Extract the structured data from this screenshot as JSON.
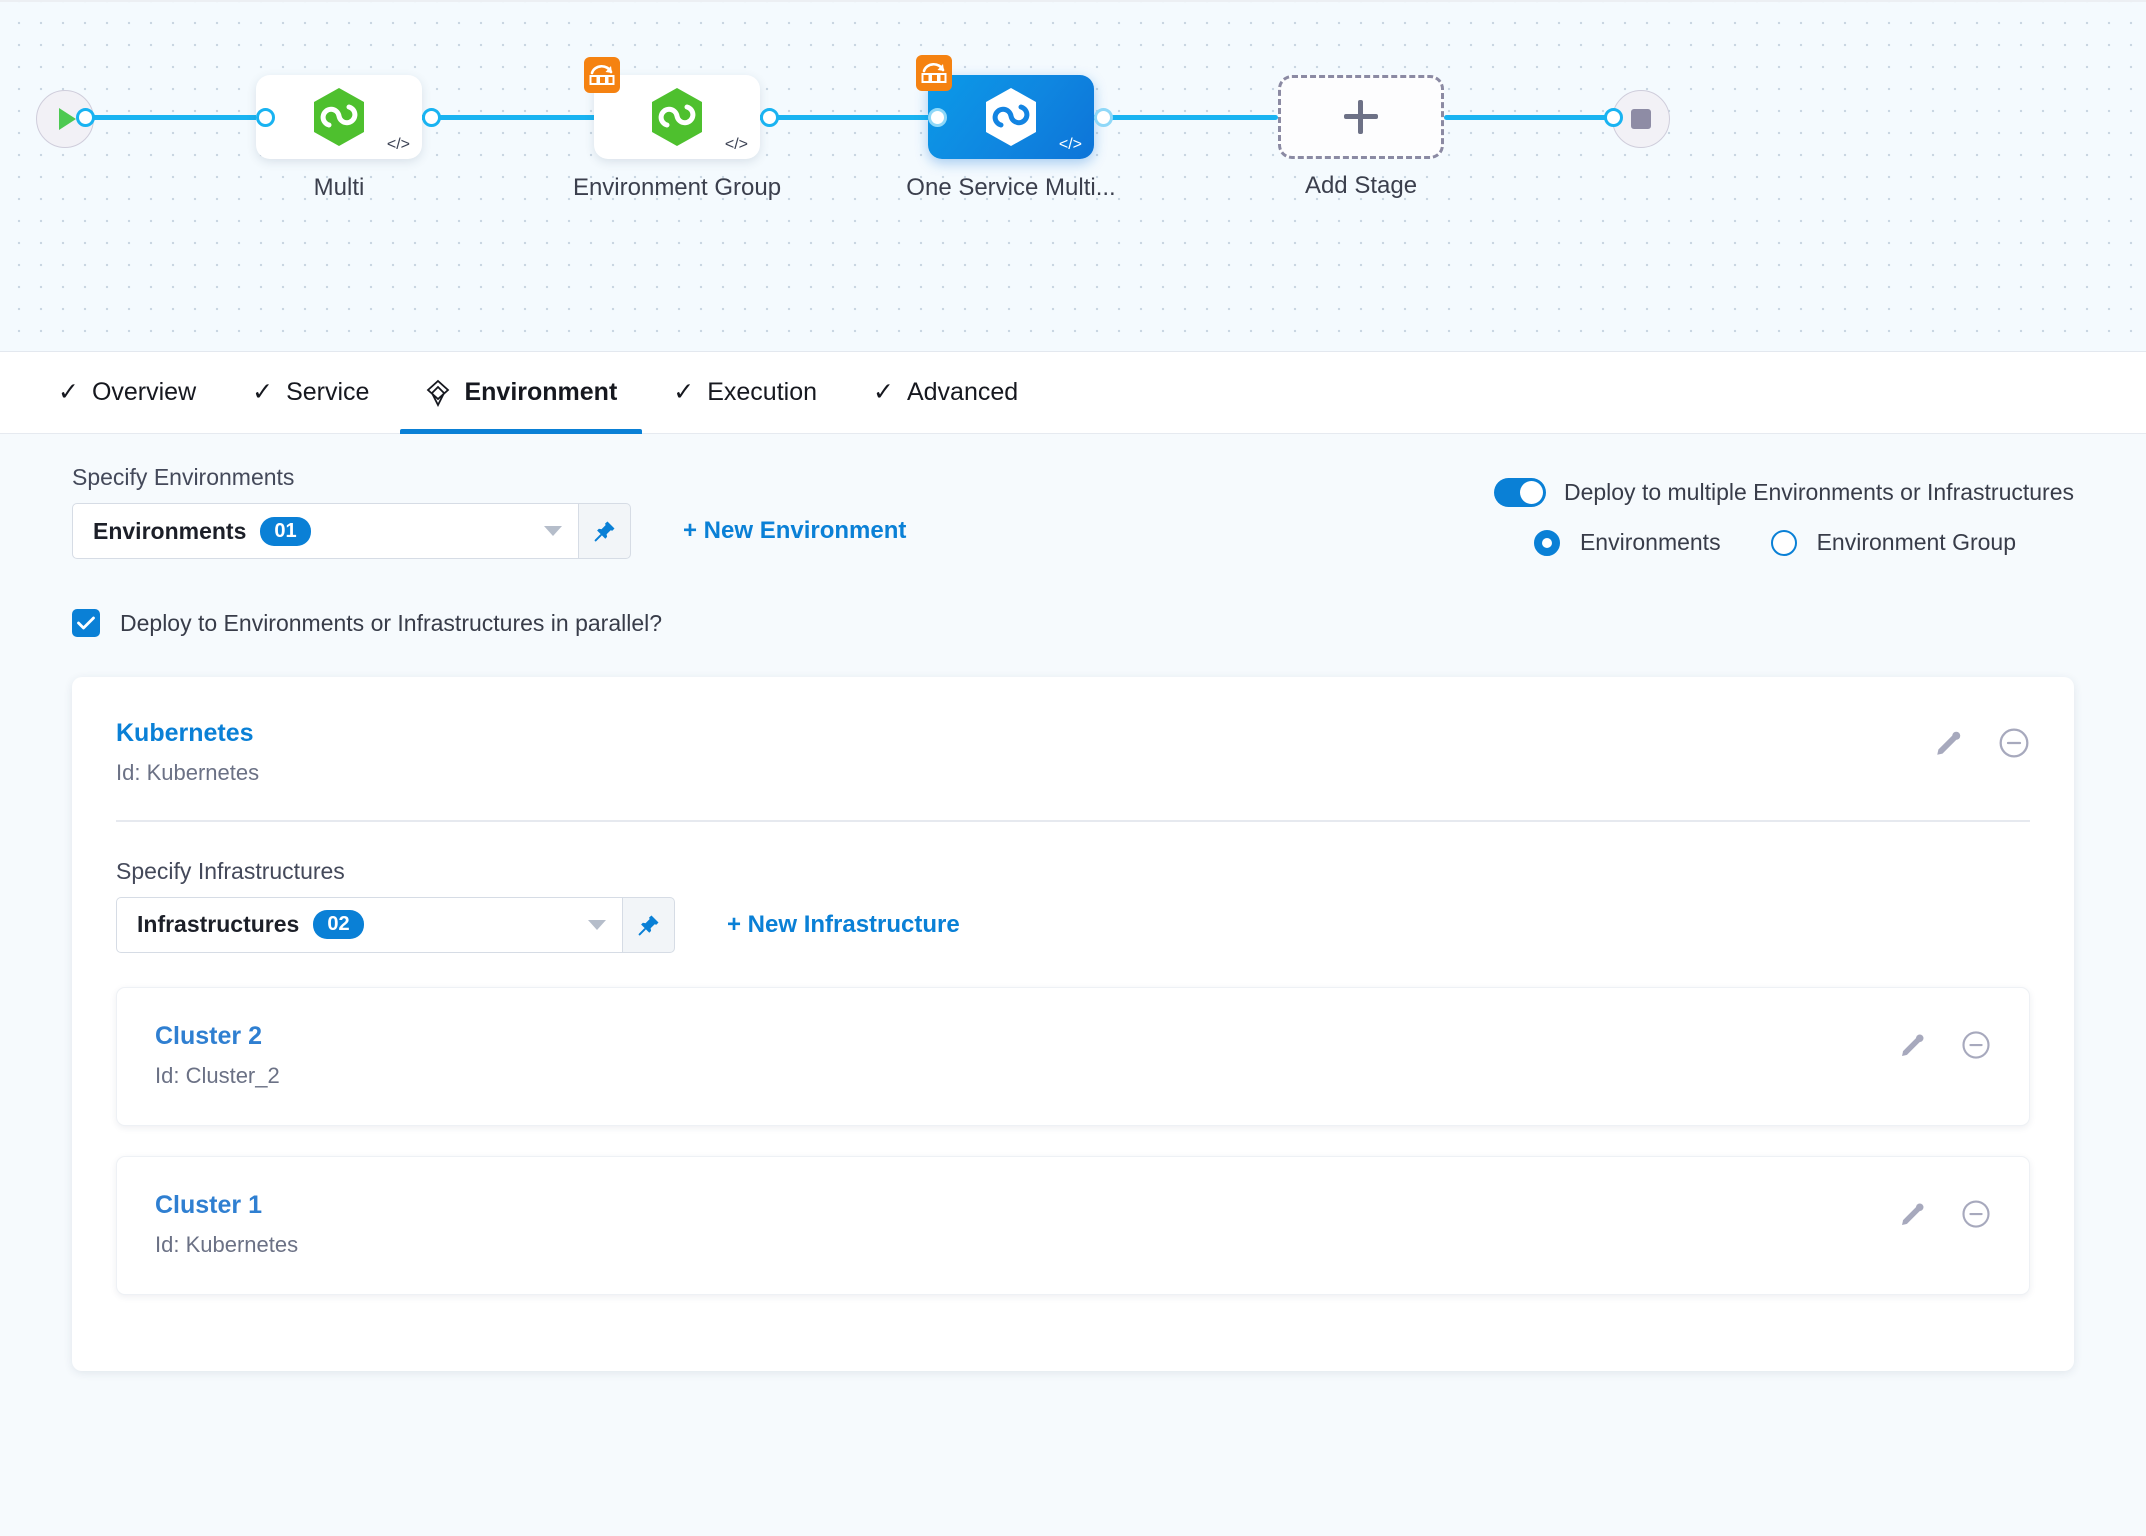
{
  "pipeline": {
    "start_icon": "play-icon",
    "end_icon": "stop-icon",
    "stages": [
      {
        "label": "Multi",
        "icon": "harness-hex-icon",
        "selected": false,
        "matrix_badge": false,
        "code_glyph": "</>"
      },
      {
        "label": "Environment Group",
        "icon": "harness-hex-icon",
        "selected": false,
        "matrix_badge": true,
        "code_glyph": "</>"
      },
      {
        "label": "One Service Multi...",
        "icon": "harness-hex-icon",
        "selected": true,
        "matrix_badge": true,
        "code_glyph": "</>"
      }
    ],
    "add_stage_label": "Add Stage"
  },
  "tabs": [
    {
      "label": "Overview",
      "icon": "check-icon",
      "active": false
    },
    {
      "label": "Service",
      "icon": "check-icon",
      "active": false
    },
    {
      "label": "Environment",
      "icon": "environment-icon",
      "active": true
    },
    {
      "label": "Execution",
      "icon": "check-icon",
      "active": false
    },
    {
      "label": "Advanced",
      "icon": "check-icon",
      "active": false
    }
  ],
  "environments_section": {
    "label": "Specify Environments",
    "select_value": "Environments",
    "count": "01",
    "pin_icon": "pin-icon",
    "caret_icon": "chevron-down-icon",
    "new_link": "+ New Environment"
  },
  "deploy_options": {
    "toggle_label": "Deploy to multiple Environments or Infrastructures",
    "toggle_on": true,
    "radios": [
      {
        "label": "Environments",
        "selected": true
      },
      {
        "label": "Environment Group",
        "selected": false
      }
    ]
  },
  "parallel": {
    "label": "Deploy to Environments or Infrastructures in parallel?",
    "checked": true
  },
  "environment_card": {
    "title": "Kubernetes",
    "id": "Id: Kubernetes",
    "edit_icon": "pencil-icon",
    "remove_icon": "minus-circle-icon",
    "infrastructures_section": {
      "label": "Specify Infrastructures",
      "select_value": "Infrastructures",
      "count": "02",
      "pin_icon": "pin-icon",
      "caret_icon": "chevron-down-icon",
      "new_link": "+ New Infrastructure"
    },
    "infrastructures": [
      {
        "title": "Cluster 2",
        "id": "Id: Cluster_2",
        "edit_icon": "pencil-icon",
        "remove_icon": "minus-circle-icon"
      },
      {
        "title": "Cluster 1",
        "id": "Id: Kubernetes",
        "edit_icon": "pencil-icon",
        "remove_icon": "minus-circle-icon"
      }
    ]
  },
  "colors": {
    "accent": "#0a80d6",
    "wire": "#19b3f1",
    "badge_orange": "#f58211",
    "hex_green": "#4ec02e",
    "stage_selected": "#0d7ad9"
  }
}
